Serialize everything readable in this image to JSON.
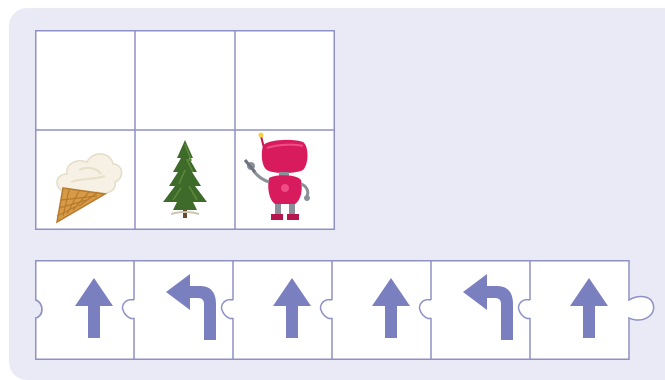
{
  "board": {
    "rows": 2,
    "cols": 3,
    "cells": [
      [
        "empty",
        "empty",
        "empty"
      ],
      [
        "ice-cream",
        "tree",
        "robot"
      ]
    ]
  },
  "program": {
    "commands": [
      "forward",
      "turn-left",
      "forward",
      "forward",
      "turn-left",
      "forward"
    ]
  },
  "colors": {
    "panel": "#e9eaf6",
    "grid_line": "#8f91c6",
    "arrow": "#7a7fc0",
    "robot": "#d81b5d"
  }
}
